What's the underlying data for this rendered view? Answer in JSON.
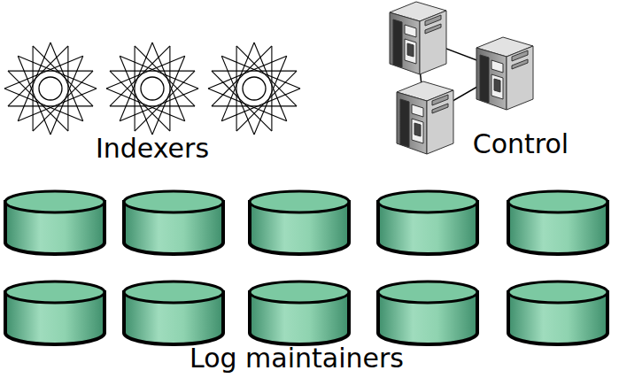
{
  "diagram": {
    "labels": [
      "Indexers",
      "Control",
      "Log maintainers"
    ]
  }
}
